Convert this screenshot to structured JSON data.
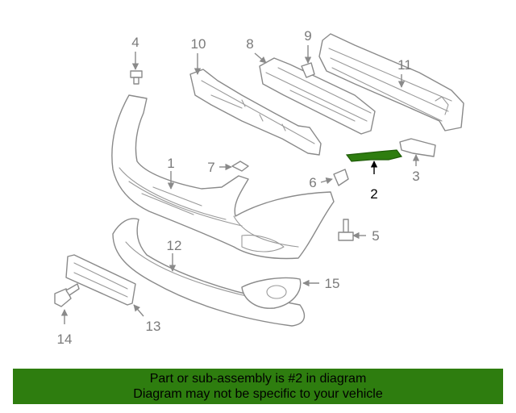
{
  "callouts": {
    "c1": "1",
    "c2": "2",
    "c3": "3",
    "c4": "4",
    "c5": "5",
    "c6": "6",
    "c7": "7",
    "c8": "8",
    "c9": "9",
    "c10": "10",
    "c11": "11",
    "c12": "12",
    "c13": "13",
    "c14": "14",
    "c15": "15"
  },
  "highlight": {
    "part": "2",
    "color": "#2e7d0f"
  },
  "footer": {
    "background": "#2e7d0f",
    "line1": "Part or sub-assembly is #2 in diagram",
    "line2": "Diagram may not be specific to your vehicle"
  }
}
